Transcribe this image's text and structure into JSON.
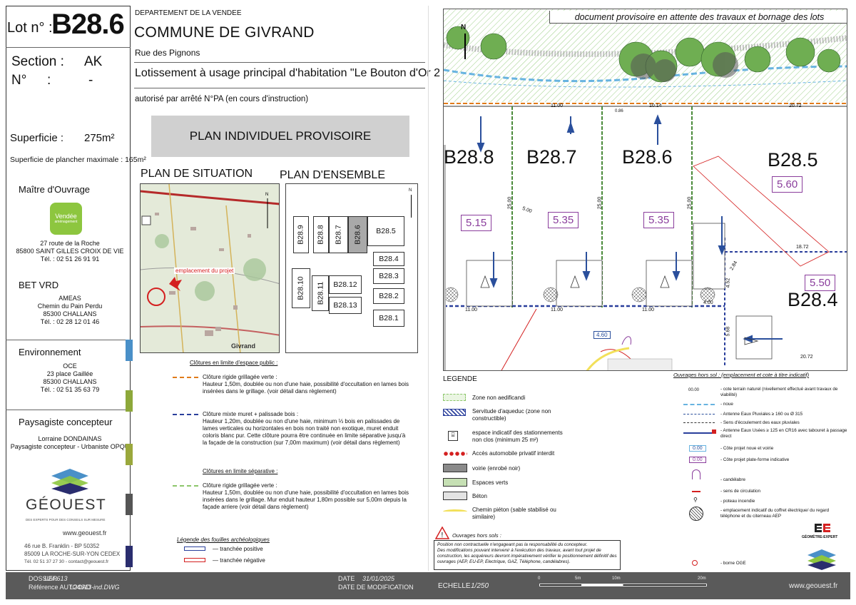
{
  "lot": {
    "label": "Lot n° :",
    "number": "B28.6",
    "section_label": "Section :",
    "section_value": "AK",
    "no_label": "N°",
    "no_colon": ":",
    "no_value": "-",
    "superficie_label": "Superficie :",
    "superficie_value": "275m²",
    "plancher": "Superficie de plancher maximale : 165m²"
  },
  "maitre_ouvrage": {
    "title": "Maître d'Ouvrage",
    "logo_line1": "Vendée",
    "logo_line2": "aménagement",
    "address1": "27 route de la Roche",
    "address2": "85800 SAINT GILLES CROIX DE VIE",
    "tel": "Tél. : 02 51 26 91 91"
  },
  "bet_vrd": {
    "title": "BET VRD",
    "name": "AMEAS",
    "address1": "Chemin du Pain Perdu",
    "address2": "85300 CHALLANS",
    "tel": "Tél. : 02 28 12 01 46"
  },
  "environnement": {
    "title": "Environnement",
    "name": "OCE",
    "address1": "23 place Gaillée",
    "address2": "85300 CHALLANS",
    "tel": "Tél. : 02 51 35 63 79"
  },
  "paysagiste": {
    "title": "Paysagiste concepteur",
    "name": "Lorraine DONDAINAS",
    "role": "Paysagiste concepteur - Urbaniste OPQU"
  },
  "geouest": {
    "name": "GÉOUEST",
    "tagline": "DES EXPERTS POUR DES CONSEILS SUR MESURE",
    "web": "www.geouest.fr",
    "address1": "46 rue B. Franklin - BP 50352",
    "address2": "85009 LA ROCHE-SUR-YON CEDEX",
    "tel": "Tél. 02 51 37 27 30 - contact@geouest.fr"
  },
  "header": {
    "dept": "DEPARTEMENT DE LA VENDEE",
    "commune": "COMMUNE DE GIVRAND",
    "rue": "Rue des Pignons",
    "lotissement": "Lotissement à  usage principal d'habitation \"Le Bouton d'Or 2 \"",
    "autorise": "autorisé par arrêté N°PA (en cours d'instruction)",
    "banner": "PLAN INDIVIDUEL PROVISOIRE",
    "situation": "PLAN DE SITUATION",
    "ensemble": "PLAN D'ENSEMBLE"
  },
  "situation_map": {
    "emplacement": "emplacement du projet",
    "town": "Givrand"
  },
  "ensemble_lots": [
    "B28.9",
    "B28.8",
    "B28.7",
    "B28.6",
    "B28.5",
    "B28.4",
    "B28.3",
    "B28.2",
    "B28.1",
    "B28.10",
    "B28.11",
    "B28.12",
    "B28.13"
  ],
  "north": "N",
  "clotures": {
    "public_title": "Clôtures en limite d'espace public :",
    "item1_title": "Clôture rigide grillagée verte :",
    "item1_text": "Hauteur 1,50m, doublée ou non d'une haie, possibilité d'occultation en lames bois insérées dans le grillage. (voir détail dans règlement)",
    "item2_title": "Clôture mixte muret + palissade bois :",
    "item2_text": "Hauteur 1,20m, doublée ou non d'une haie, minimum ⅓ bois en palissades de lames verticales ou horizontales en bois non traité non exotique, muret enduit coloris blanc pur. Cette clôture pourra être continuée en limite séparative jusqu'à la façade de la construction (sur 7,00m maximum) (voir détail dans règlement)",
    "separative_title": "Clôtures en limite séparative :",
    "item3_title": "Clôture rigide grillagée verte :",
    "item3_text": "Hauteur 1,50m, doublée ou non d'une haie, possibilité d'occultation en lames bois insérées dans le grillage. Mur enduit hauteur 1,80m possible sur 5,00m  depuis la façade arriere (voir détail dans règlement)",
    "fouilles_title": "Légende  des  fouilles  archéologiques",
    "fouille1": "—  tranchée positive",
    "fouille2": "—  tranchée négative"
  },
  "plan": {
    "banner": "document provisoire en attente des travaux et bornage des lots",
    "lots": [
      "B28.8",
      "B28.7",
      "B28.6",
      "B28.5",
      "B28.4"
    ],
    "cotes": [
      "5.15",
      "5.35",
      "5.35",
      "5.60",
      "5.50",
      "4.60"
    ],
    "dims_top": [
      "11.00",
      "10.14",
      "0.86",
      "20.72"
    ],
    "dims_bottom": [
      "11.00",
      "11.00",
      "11.00",
      "4.00",
      "18.72",
      "20.72"
    ],
    "dims_side": [
      "25.00",
      "25.00",
      "25.00",
      "4.52",
      "5.68",
      "2.84",
      "5.00"
    ]
  },
  "legende": {
    "title": "LEGENDE",
    "items": [
      "Zone non aedificandi",
      "Servitude d'aqueduc (zone non constructible)",
      "espace indicatif des stationnements non clos (minimum 25 m²)",
      "Accès automobile privatif interdit",
      "voirie (enrobé noir)",
      "Espaces verts",
      "Béton",
      "Chemin piéton (sable stabilisé ou similaire)"
    ],
    "warning_title": "Ouvrages hors sols :",
    "warning_text1": "Position non contractuelle n'engageant pas la responsabilité du concepteur.",
    "warning_text2": "Des modifications pouvant intervenir à l'exécution des travaux, avant tout projet de construction, les acquéreurs devront impérativement vérifier le positionnement définitif des ouvrages (AEP, EU-EP, Electrique, GAZ, Téléphone, candélabres)."
  },
  "ouvrages": {
    "title": "Ouvrages  hors  sol  :  (emplacement  et  cote  à  titre  indicatif)",
    "items": [
      "- cote terrain naturel (nivellement effectué avant travaux de viabilité)",
      "- noue",
      "- Antenne Eaux Pluviales ≥ 160 ou Ø 315",
      "- Sens d'écoulement des eaux pluviales",
      "- Antenne Eaux Usées ≥ 125 en CR16 avec tabouret  à passage direct",
      "- Côte projet noue et voirie",
      "- Côte projet plate-forme indicative",
      "- candélabre",
      "- sens de circulation",
      "- poteau incendie",
      "- emplacement indicatif du coffret électrique/ du regard téléphone et du citerneau AEP",
      "- borne OGE"
    ],
    "cote_sample1": "0.00",
    "cote_sample2": "0.00",
    "cote_tn": "00.00",
    "expert": "GÉOMÈTRE-EXPERT"
  },
  "footer": {
    "dossier_label": "DOSSIER",
    "dossier_value": "L24.613",
    "autocad_label": "Référence AUTOCAD",
    "autocad_value": "L24613-ind.DWG",
    "date_label": "DATE",
    "date_value": "31/01/2025",
    "modif_label": "DATE DE MODIFICATION",
    "modif_value": "-",
    "echelle_label": "ECHELLE",
    "echelle_value": "1/250",
    "scale_ticks": [
      "0",
      "5m",
      "10m",
      "20m"
    ],
    "web": "www.geouest.fr"
  }
}
